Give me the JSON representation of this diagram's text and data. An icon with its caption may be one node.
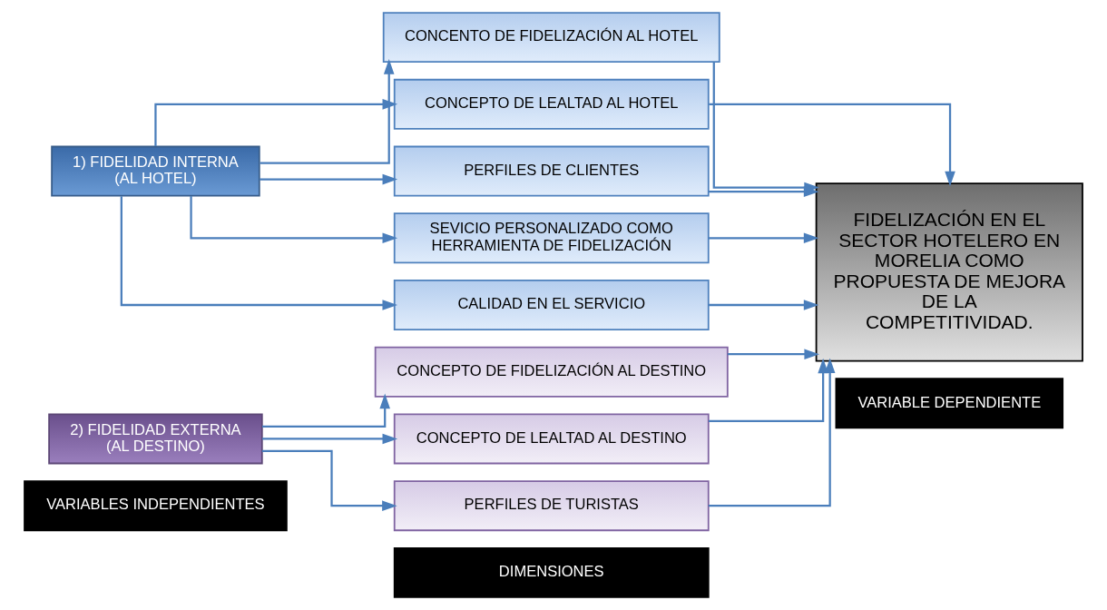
{
  "diagram": {
    "nodes": [
      {
        "text": [
          "VARIABLES INDEPENDIENTES"
        ]
      },
      {
        "text": [
          "DIMENSIONES"
        ]
      },
      {
        "text": [
          "VARIABLE DEPENDIENTE"
        ]
      },
      {
        "text": [
          "1) FIDELIDAD INTERNA (AL HOTEL)"
        ]
      },
      {
        "text": [
          "CONCENTO DE FIDELIZACIÓN AL HOTEL"
        ]
      },
      {
        "text": [
          "CONCEPTO DE LEALTAD AL HOTEL"
        ]
      },
      {
        "text": [
          "PERFILES DE CLIENTES"
        ]
      },
      {
        "text": [
          "SEVICIO PERSONALIZADO COMO HERRAMIENTA DE FIDELIZACIÓN"
        ]
      },
      {
        "text": [
          "CALIDAD EN EL SERVICIO"
        ]
      },
      {
        "text": [
          "FIDELIZACIÓN EN EL SECTOR HOTELERO EN MORELIA COMO PROPUESTA DE MEJORA DE LA COMPETITIVIDAD."
        ]
      },
      {
        "text": [
          "2) FIDELIDAD EXTERNA (AL DESTINO)"
        ]
      },
      {
        "text": [
          "CONCEPTO DE FIDELIZACIÓN AL DESTINO"
        ]
      },
      {
        "text": [
          "CONCEPTO DE LEALTAD AL DESTINO"
        ]
      },
      {
        "text": [
          "PERFILES DE TURISTAS"
        ]
      }
    ],
    "edges": [
      {
        "from": 3,
        "to": 4,
        "arrow": "to"
      },
      {
        "from": 3,
        "to": 5,
        "arrow": "to"
      },
      {
        "from": 3,
        "to": 6,
        "arrow": "to"
      },
      {
        "from": 3,
        "to": 7,
        "arrow": "to"
      },
      {
        "from": 3,
        "to": 8,
        "arrow": "to"
      },
      {
        "from": 10,
        "to": 11,
        "arrow": "to"
      },
      {
        "from": 10,
        "to": 12,
        "arrow": "to"
      },
      {
        "from": 10,
        "to": 13,
        "arrow": "to"
      },
      {
        "from": 4,
        "to": 9,
        "arrow": "to"
      },
      {
        "from": 5,
        "to": 9,
        "arrow": "to"
      },
      {
        "from": 6,
        "to": 9,
        "arrow": "to"
      },
      {
        "from": 7,
        "to": 9,
        "arrow": "to"
      },
      {
        "from": 8,
        "to": 9,
        "arrow": "to"
      },
      {
        "from": 11,
        "to": 9,
        "arrow": "to"
      },
      {
        "from": 12,
        "to": 9,
        "arrow": "to"
      },
      {
        "from": 13,
        "to": 9,
        "arrow": "to"
      }
    ]
  }
}
